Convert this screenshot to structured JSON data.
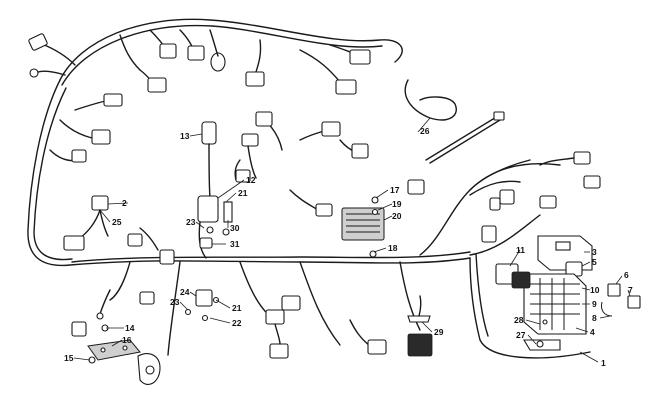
{
  "callouts": [
    {
      "id": "1",
      "label": "1"
    },
    {
      "id": "2",
      "label": "2"
    },
    {
      "id": "3",
      "label": "3"
    },
    {
      "id": "4",
      "label": "4"
    },
    {
      "id": "5",
      "label": "5"
    },
    {
      "id": "6",
      "label": "6"
    },
    {
      "id": "7",
      "label": "7"
    },
    {
      "id": "8",
      "label": "8"
    },
    {
      "id": "9",
      "label": "9"
    },
    {
      "id": "10",
      "label": "10"
    },
    {
      "id": "11",
      "label": "11"
    },
    {
      "id": "12",
      "label": "12"
    },
    {
      "id": "13",
      "label": "13"
    },
    {
      "id": "14",
      "label": "14"
    },
    {
      "id": "15",
      "label": "15"
    },
    {
      "id": "16",
      "label": "16"
    },
    {
      "id": "17",
      "label": "17"
    },
    {
      "id": "18",
      "label": "18"
    },
    {
      "id": "19",
      "label": "19"
    },
    {
      "id": "20",
      "label": "20"
    },
    {
      "id": "21a",
      "label": "21"
    },
    {
      "id": "21b",
      "label": "21"
    },
    {
      "id": "22",
      "label": "22"
    },
    {
      "id": "23a",
      "label": "23"
    },
    {
      "id": "23b",
      "label": "23"
    },
    {
      "id": "24",
      "label": "24"
    },
    {
      "id": "25",
      "label": "25"
    },
    {
      "id": "26",
      "label": "26"
    },
    {
      "id": "27",
      "label": "27"
    },
    {
      "id": "28",
      "label": "28"
    },
    {
      "id": "29",
      "label": "29"
    },
    {
      "id": "30",
      "label": "30"
    },
    {
      "id": "31",
      "label": "31"
    }
  ]
}
